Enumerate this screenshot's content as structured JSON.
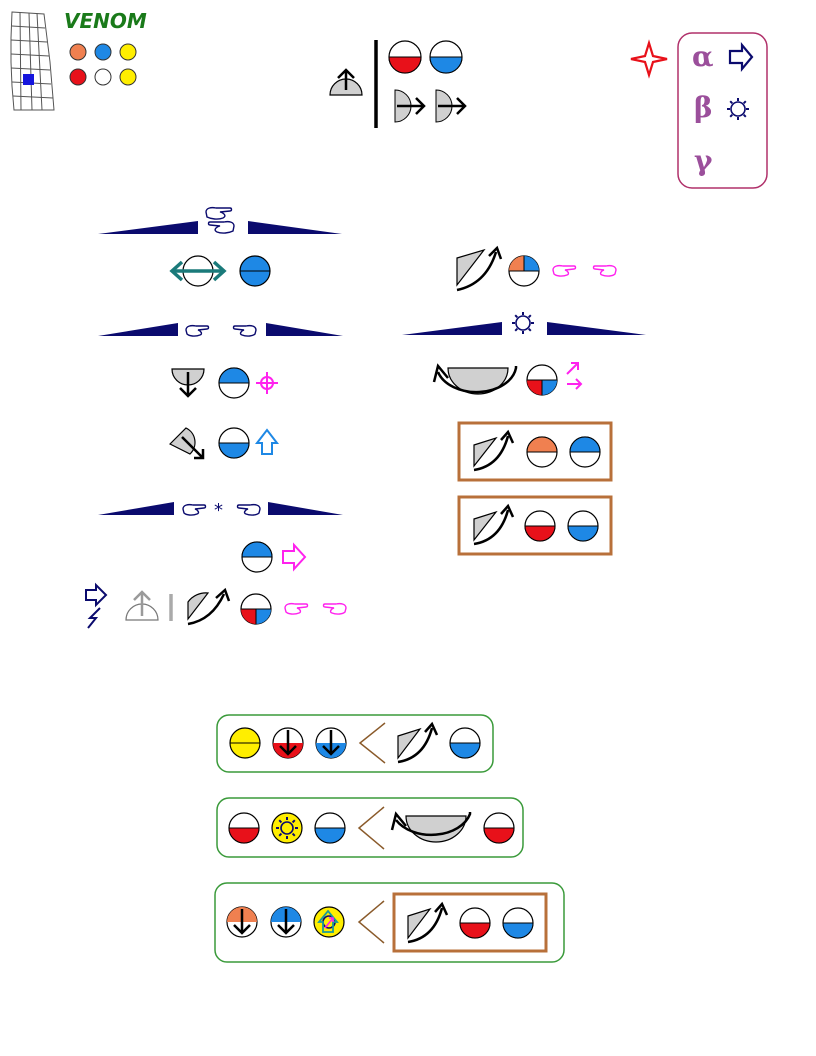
{
  "header": {
    "title": "VENOM",
    "title_color": "#1a7a1a",
    "dice_row_1": [
      "orange",
      "blue",
      "yellow"
    ],
    "dice_row_2": [
      "red",
      "white",
      "yellow"
    ]
  },
  "legend": {
    "items": [
      {
        "letter": "α",
        "icon": "arrow-right-icon"
      },
      {
        "letter": "β",
        "icon": "gear-icon"
      },
      {
        "letter": "γ",
        "icon": ""
      }
    ],
    "letter_color": "#9b4f9b",
    "border_color": "#b0306a"
  },
  "colors": {
    "navy": "#0b0b6e",
    "blue": "#1e88e5",
    "red": "#e8111a",
    "orange": "#f08050",
    "yellow": "#ffee00",
    "magenta": "#ff22ee",
    "teal": "#1a7a7a",
    "green_border": "#3a9a3a",
    "brown_border": "#b8703a",
    "grey_fill": "#d0d0d0",
    "star_red": "#e8111a"
  },
  "sections": {
    "hands_1": "hands-icon",
    "hands_2": "hands-icon",
    "gear": "gear-icon",
    "hands_star": "hands-star-icon"
  }
}
